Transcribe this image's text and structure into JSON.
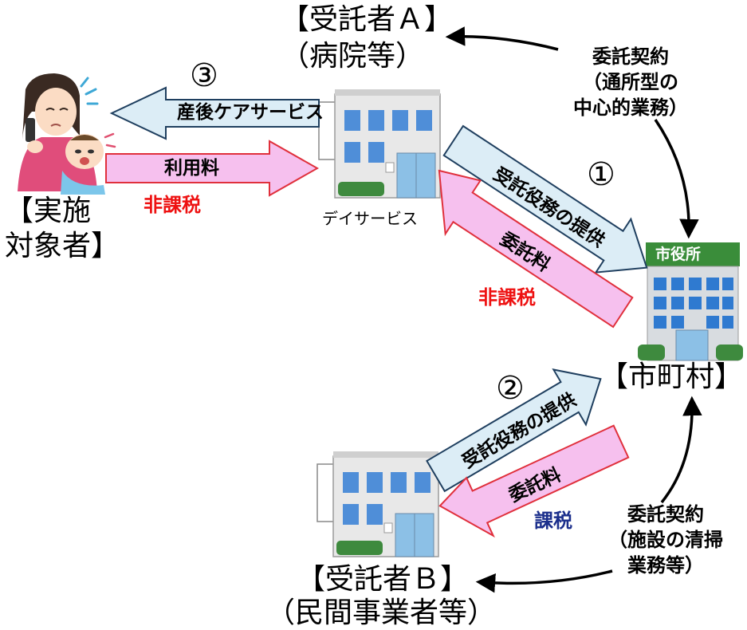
{
  "nodes": {
    "contractor_a_line1": "【受託者Ａ】",
    "contractor_a_line2": "（病院等）",
    "target_line1": "【実施",
    "target_line2": "対象者】",
    "municipality": "【市町村】",
    "city_hall_sign": "市役所",
    "contractor_b_line1": "【受託者Ｂ】",
    "contractor_b_line2": "（民間事業者等）",
    "day_service": "デイサービス"
  },
  "flows": {
    "step3": "③",
    "step1": "①",
    "step2": "②",
    "postnatal_care": "産後ケアサービス",
    "usage_fee": "利用料",
    "non_taxable_1": "非課税",
    "non_taxable_2": "非課税",
    "taxable": "課税",
    "entrusted_service_a": "受託役務の提供",
    "entrusted_fee_a": "委託料",
    "entrusted_service_b": "受託役務の提供",
    "entrusted_fee_b": "委託料"
  },
  "contracts": {
    "a_line1": "委託契約",
    "a_line2": "（通所型の",
    "a_line3": "中心的業務）",
    "b_line1": "委託契約",
    "b_line2": "（施設の清掃",
    "b_line3": "業務等）"
  },
  "colors": {
    "blue_arrow_fill": "#dcedf6",
    "blue_arrow_stroke": "#1f3f5f",
    "pink_arrow_fill": "#f6c0ee",
    "pink_arrow_stroke": "#e0303c",
    "red_text": "#ee1111",
    "navy_text": "#1b2f8c",
    "city_hall_green": "#3a8d3a"
  }
}
